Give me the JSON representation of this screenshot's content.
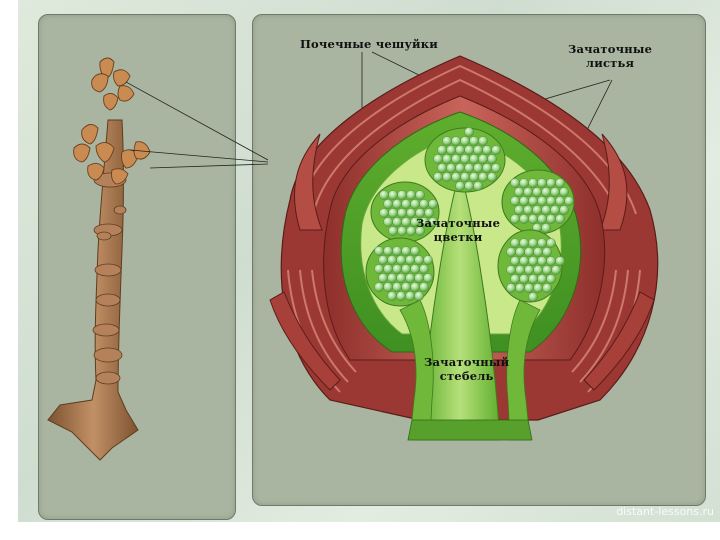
{
  "labels": {
    "bud_scales": "Почечные чешуйки",
    "embryonic_leaves_line1": "Зачаточные",
    "embryonic_leaves_line2": "листья",
    "embryonic_flowers_line1": "Зачаточные",
    "embryonic_flowers_line2": "цветки",
    "embryonic_stem_line1": "Зачаточный",
    "embryonic_stem_line2": "стебель"
  },
  "watermark": "distant-lessons.ru",
  "colors": {
    "panel": "#a9b5a0",
    "scale_red": "#a8403a",
    "scale_light": "#d98a7a",
    "leaf_green": "#6fb83a",
    "leaf_light": "#c9e88a",
    "flower_ball": "#9fd88c",
    "branch_brown": "#a6784c"
  }
}
